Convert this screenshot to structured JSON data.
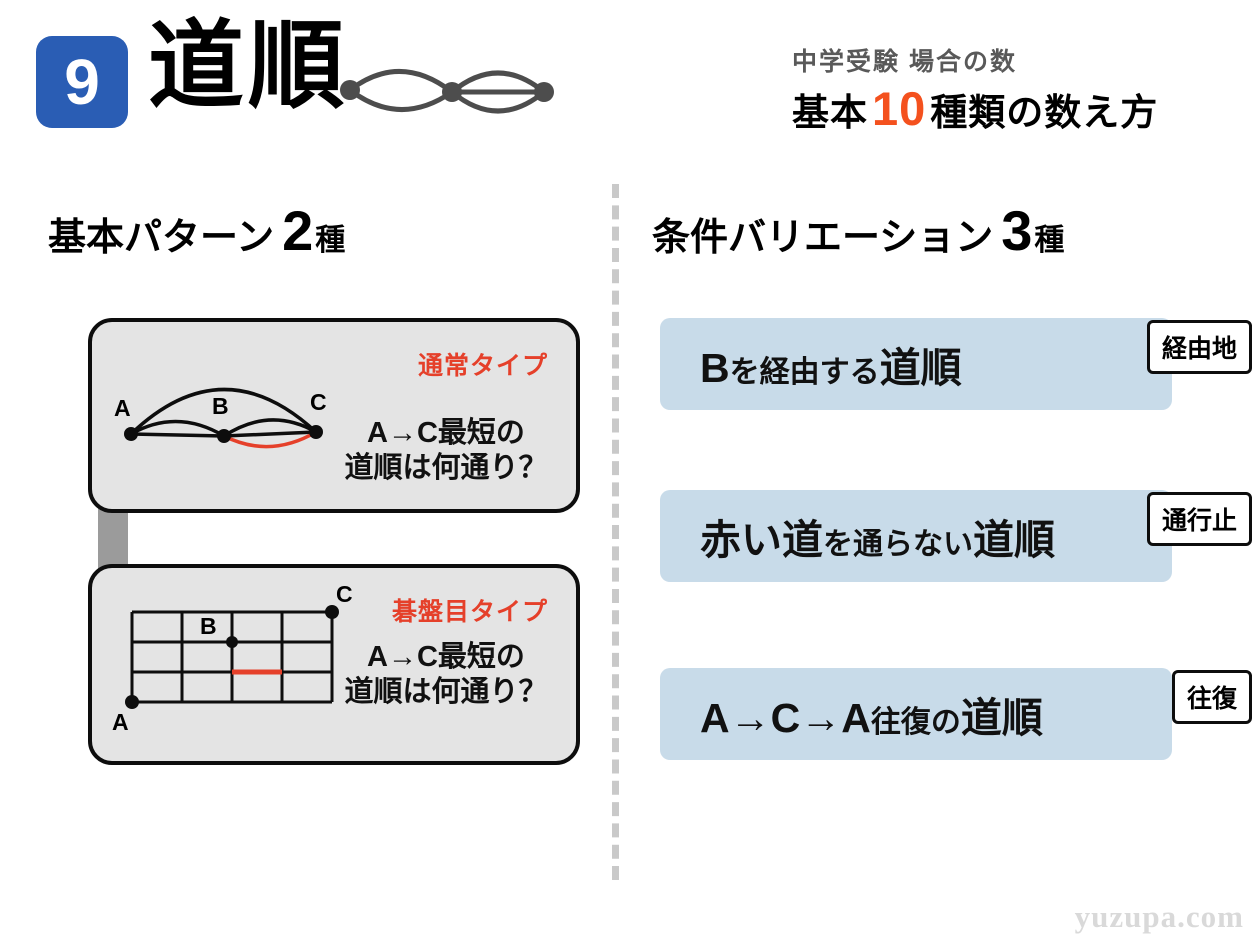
{
  "header": {
    "number_badge": "9",
    "title": "道順",
    "series_label": "中学受験 場合の数",
    "series_title": {
      "prefix": "基本",
      "number": "10",
      "suffix": "種類の数え方"
    }
  },
  "left_section": {
    "heading": {
      "main": "基本パターン",
      "number": "2",
      "unit": "種"
    },
    "boxes": [
      {
        "type_label": "通常タイプ",
        "nodes": {
          "a": "A",
          "b": "B",
          "c": "C"
        },
        "question": {
          "line1": "A→C最短の",
          "line2": "道順は何通り？"
        }
      },
      {
        "type_label": "碁盤目タイプ",
        "nodes": {
          "a": "A",
          "b": "B",
          "c": "C"
        },
        "question": {
          "line1": "A→C最短の",
          "line2": "道順は何通り？"
        }
      }
    ]
  },
  "right_section": {
    "heading": {
      "main": "条件バリエーション",
      "number": "3",
      "unit": "種"
    },
    "items": [
      {
        "badge": "経由地",
        "segments": [
          {
            "text": "B"
          },
          {
            "text": "を経由する"
          },
          {
            "text": "道順"
          }
        ]
      },
      {
        "badge": "通行止",
        "segments": [
          {
            "text": "赤い道"
          },
          {
            "text": "を通らない"
          },
          {
            "text": "道順"
          }
        ]
      },
      {
        "badge": "往復",
        "segments": [
          {
            "text": "A→C→A"
          },
          {
            "text": "往復の"
          },
          {
            "text": "道順"
          }
        ]
      }
    ]
  },
  "watermark": "yuzupa.com",
  "colors": {
    "number_badge_blue": "#2a5db4",
    "accent_orange": "#f4511e",
    "accent_red": "#e5402a",
    "pattern_box_gray": "#e4e4e4",
    "variation_box_blue": "#c8dbe9"
  }
}
